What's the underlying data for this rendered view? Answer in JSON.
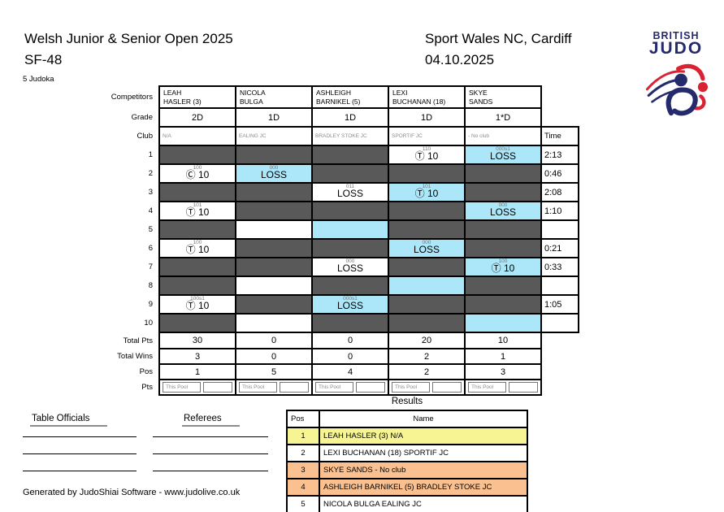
{
  "header": {
    "title": "Welsh Junior & Senior Open 2025",
    "category": "SF-48",
    "judoka_count": "5 Judoka",
    "venue": "Sport Wales NC, Cardiff",
    "date": "04.10.2025",
    "logo": {
      "line1": "BRITISH",
      "line2": "JUDO",
      "navy": "#252a6c",
      "red": "#da2332"
    }
  },
  "pool": {
    "row_labels": {
      "competitors": "Competitors",
      "grade": "Grade",
      "club": "Club",
      "total_pts": "Total Pts",
      "total_wins": "Total Wins",
      "pos": "Pos",
      "pts": "Pts"
    },
    "time_label": "Time",
    "this_pool_label": "This Pool",
    "competitors": [
      {
        "name1": "LEAH",
        "name2": "HASLER (3)",
        "grade": "2D",
        "club": "N/A"
      },
      {
        "name1": "NICOLA",
        "name2": "BULGA",
        "grade": "1D",
        "club": "EALING JC"
      },
      {
        "name1": "ASHLEIGH",
        "name2": "BARNIKEL (5)",
        "grade": "1D",
        "club": "BRADLEY STOKE JC"
      },
      {
        "name1": "LEXI",
        "name2": "BUCHANAN (18)",
        "grade": "1D",
        "club": "SPORTIF JC"
      },
      {
        "name1": "SKYE",
        "name2": "SANDS",
        "grade": "1*D",
        "club": "- No club"
      }
    ],
    "rows": [
      {
        "num": "1",
        "time": "2:13",
        "cells": [
          {
            "bg": "dark"
          },
          {
            "bg": "dark"
          },
          {
            "bg": "dark"
          },
          {
            "bg": "white",
            "score": "110",
            "main": "Ⓣ 10"
          },
          {
            "bg": "cyan",
            "score": "000s1",
            "main": "LOSS"
          }
        ]
      },
      {
        "num": "2",
        "time": "0:46",
        "cells": [
          {
            "bg": "white",
            "score": "100",
            "main": "Ⓒ 10"
          },
          {
            "bg": "cyan",
            "score": "000",
            "main": "LOSS"
          },
          {
            "bg": "dark"
          },
          {
            "bg": "dark"
          },
          {
            "bg": "dark"
          }
        ]
      },
      {
        "num": "3",
        "time": "2:08",
        "cells": [
          {
            "bg": "dark"
          },
          {
            "bg": "dark"
          },
          {
            "bg": "white",
            "score": "011",
            "main": "LOSS"
          },
          {
            "bg": "cyan",
            "score": "101",
            "main": "Ⓣ 10"
          },
          {
            "bg": "dark"
          }
        ]
      },
      {
        "num": "4",
        "time": "1:10",
        "cells": [
          {
            "bg": "white",
            "score": "101",
            "main": "Ⓣ 10"
          },
          {
            "bg": "dark"
          },
          {
            "bg": "dark"
          },
          {
            "bg": "dark"
          },
          {
            "bg": "cyan",
            "score": "000",
            "main": "LOSS"
          }
        ]
      },
      {
        "num": "5",
        "time": "",
        "cells": [
          {
            "bg": "dark"
          },
          {
            "bg": "white"
          },
          {
            "bg": "cyan"
          },
          {
            "bg": "dark"
          },
          {
            "bg": "dark"
          }
        ]
      },
      {
        "num": "6",
        "time": "0:21",
        "cells": [
          {
            "bg": "white",
            "score": "100",
            "main": "Ⓣ 10"
          },
          {
            "bg": "dark"
          },
          {
            "bg": "dark"
          },
          {
            "bg": "cyan",
            "score": "000",
            "main": "LOSS"
          },
          {
            "bg": "dark"
          }
        ]
      },
      {
        "num": "7",
        "time": "0:33",
        "cells": [
          {
            "bg": "dark"
          },
          {
            "bg": "dark"
          },
          {
            "bg": "white",
            "score": "000",
            "main": "LOSS"
          },
          {
            "bg": "dark"
          },
          {
            "bg": "cyan",
            "score": "100",
            "main": "Ⓣ 10"
          }
        ]
      },
      {
        "num": "8",
        "time": "",
        "cells": [
          {
            "bg": "dark"
          },
          {
            "bg": "white"
          },
          {
            "bg": "dark"
          },
          {
            "bg": "cyan"
          },
          {
            "bg": "dark"
          }
        ]
      },
      {
        "num": "9",
        "time": "1:05",
        "cells": [
          {
            "bg": "white",
            "score": "100s1",
            "main": "Ⓣ 10"
          },
          {
            "bg": "dark"
          },
          {
            "bg": "cyan",
            "score": "000s1",
            "main": "LOSS"
          },
          {
            "bg": "dark"
          },
          {
            "bg": "dark"
          }
        ]
      },
      {
        "num": "10",
        "time": "",
        "cells": [
          {
            "bg": "dark"
          },
          {
            "bg": "white"
          },
          {
            "bg": "dark"
          },
          {
            "bg": "dark"
          },
          {
            "bg": "cyan"
          }
        ]
      }
    ],
    "totals": {
      "pts": [
        "30",
        "0",
        "0",
        "20",
        "10"
      ],
      "wins": [
        "3",
        "0",
        "0",
        "2",
        "1"
      ],
      "pos": [
        "1",
        "5",
        "4",
        "2",
        "3"
      ]
    }
  },
  "results": {
    "title": "Results",
    "headers": {
      "pos": "Pos",
      "name": "Name"
    },
    "rows": [
      {
        "pos": "1",
        "name": "LEAH HASLER (3) N/A",
        "bg": "gold"
      },
      {
        "pos": "2",
        "name": "LEXI BUCHANAN (18) SPORTIF JC",
        "bg": "white"
      },
      {
        "pos": "3",
        "name": "SKYE SANDS - No club",
        "bg": "bronze"
      },
      {
        "pos": "4",
        "name": "ASHLEIGH BARNIKEL (5) BRADLEY STOKE JC",
        "bg": "bronze"
      },
      {
        "pos": "5",
        "name": "NICOLA BULGA EALING JC",
        "bg": "white"
      }
    ]
  },
  "officials": {
    "table_officials_label": "Table Officials",
    "referees_label": "Referees"
  },
  "footer": {
    "credit": "Generated by JudoShiai Software - www.judolive.co.uk"
  }
}
